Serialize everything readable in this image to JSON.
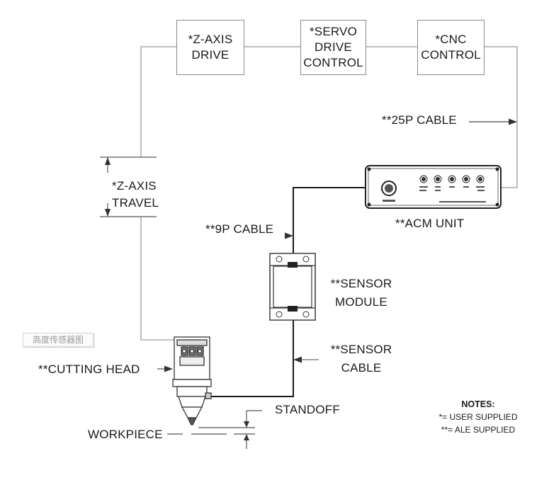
{
  "boxes": {
    "z_axis_drive": "*Z-AXIS DRIVE",
    "servo_drive": "*SERVO DRIVE CONTROL",
    "cnc_control": "*CNC CONTROL"
  },
  "labels": {
    "cable_25p": "**25P CABLE",
    "z_axis_travel_1": "*Z-AXIS",
    "z_axis_travel_2": "TRAVEL",
    "cable_9p": "**9P CABLE",
    "acm_unit": "**ACM UNIT",
    "sensor_module_1": "**SENSOR",
    "sensor_module_2": "MODULE",
    "sensor_cable_1": "**SENSOR",
    "sensor_cable_2": "CABLE",
    "cutting_head": "**CUTTING HEAD",
    "standoff": "STANDOFF",
    "workpiece": "WORKPIECE"
  },
  "notes": {
    "title": "NOTES:",
    "line1": "*= USER SUPPLIED",
    "line2": "**= ALE SUPPLIED"
  },
  "watermark": "高度传感器图"
}
